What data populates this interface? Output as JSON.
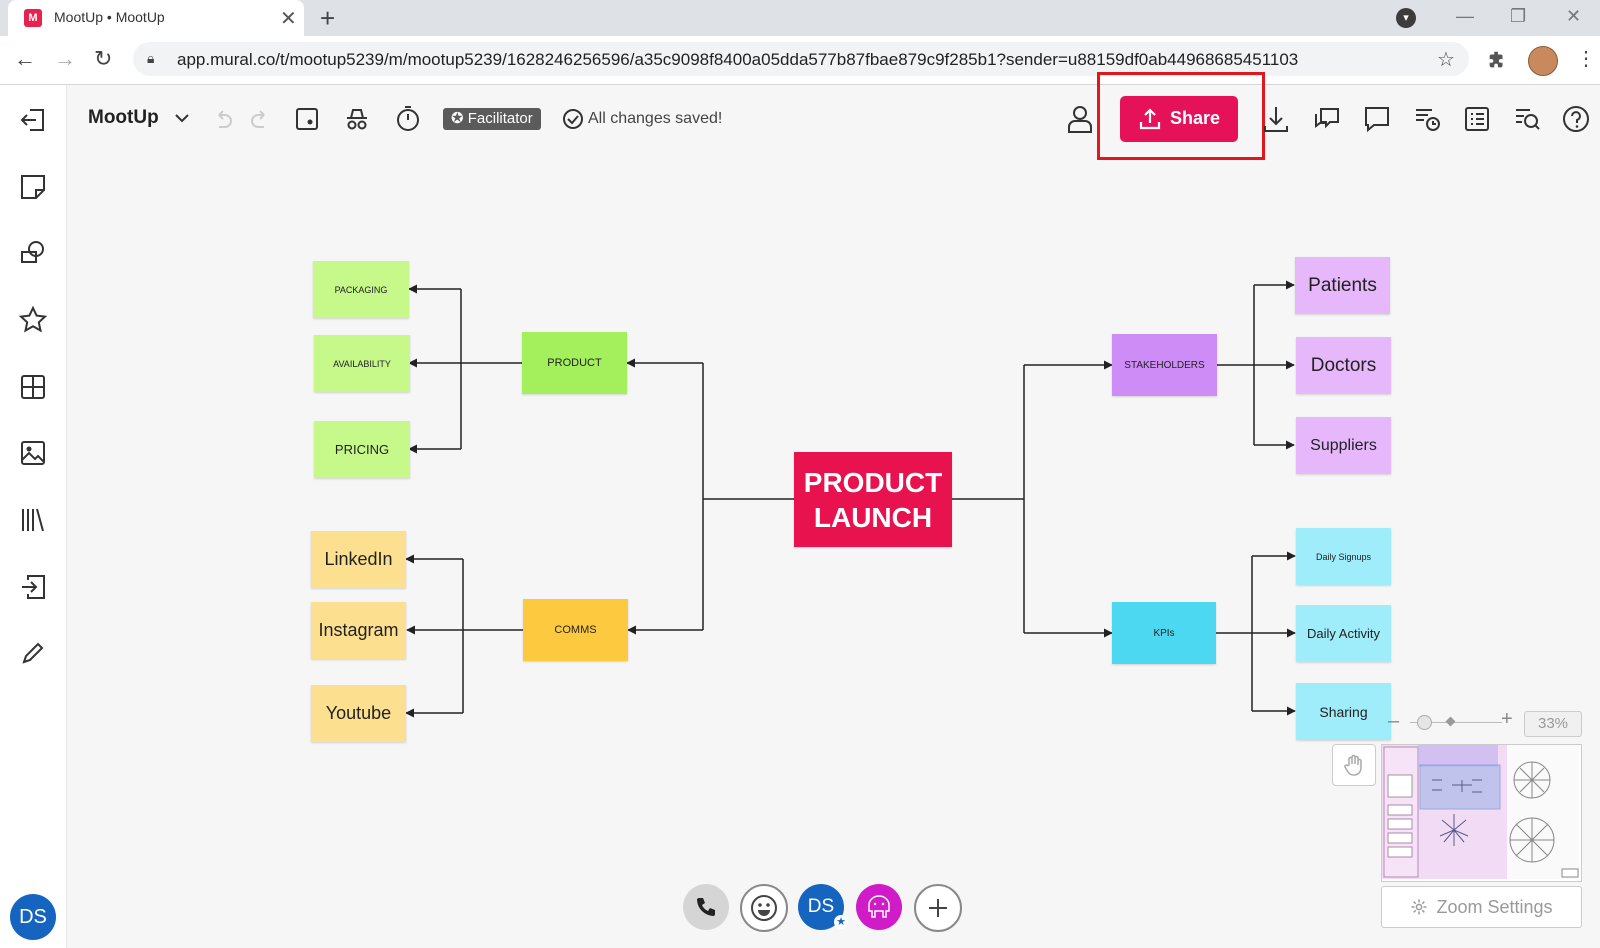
{
  "browser": {
    "tab_title": "MootUp • MootUp",
    "favicon_text": "M",
    "tab_close": "✕",
    "new_tab": "+",
    "url": "app.mural.co/t/mootup5239/m/mootup5239/1628246256596/a35c9098f8400a05dda577b87fbae879c9f285b1?sender=u88159df0ab44968685451103"
  },
  "toolbar": {
    "board_name": "MootUp",
    "facilitator_label": "Facilitator",
    "saved_label": "All changes saved!",
    "share_label": "Share"
  },
  "canvas": {
    "center": "PRODUCT LAUNCH",
    "product": "PRODUCT",
    "packaging": "PACKAGING",
    "availability": "AVAILABILITY",
    "pricing": "PRICING",
    "comms": "COMMS",
    "linkedin": "LinkedIn",
    "instagram": "Instagram",
    "youtube": "Youtube",
    "stakeholders": "STAKEHOLDERS",
    "patients": "Patients",
    "doctors": "Doctors",
    "suppliers": "Suppliers",
    "kpis": "KPIs",
    "daily_signups": "Daily Signups",
    "daily_activity": "Daily Activity",
    "sharing": "Sharing"
  },
  "bottom": {
    "ds_initials": "DS"
  },
  "zoom": {
    "percent": "33%",
    "settings_label": "Zoom Settings",
    "minus": "–",
    "plus": "+"
  },
  "user": {
    "initials": "DS"
  },
  "colors": {
    "brand_pink": "#e5125a",
    "highlight_red": "#e0181b",
    "avatar_blue": "#1565c0"
  }
}
